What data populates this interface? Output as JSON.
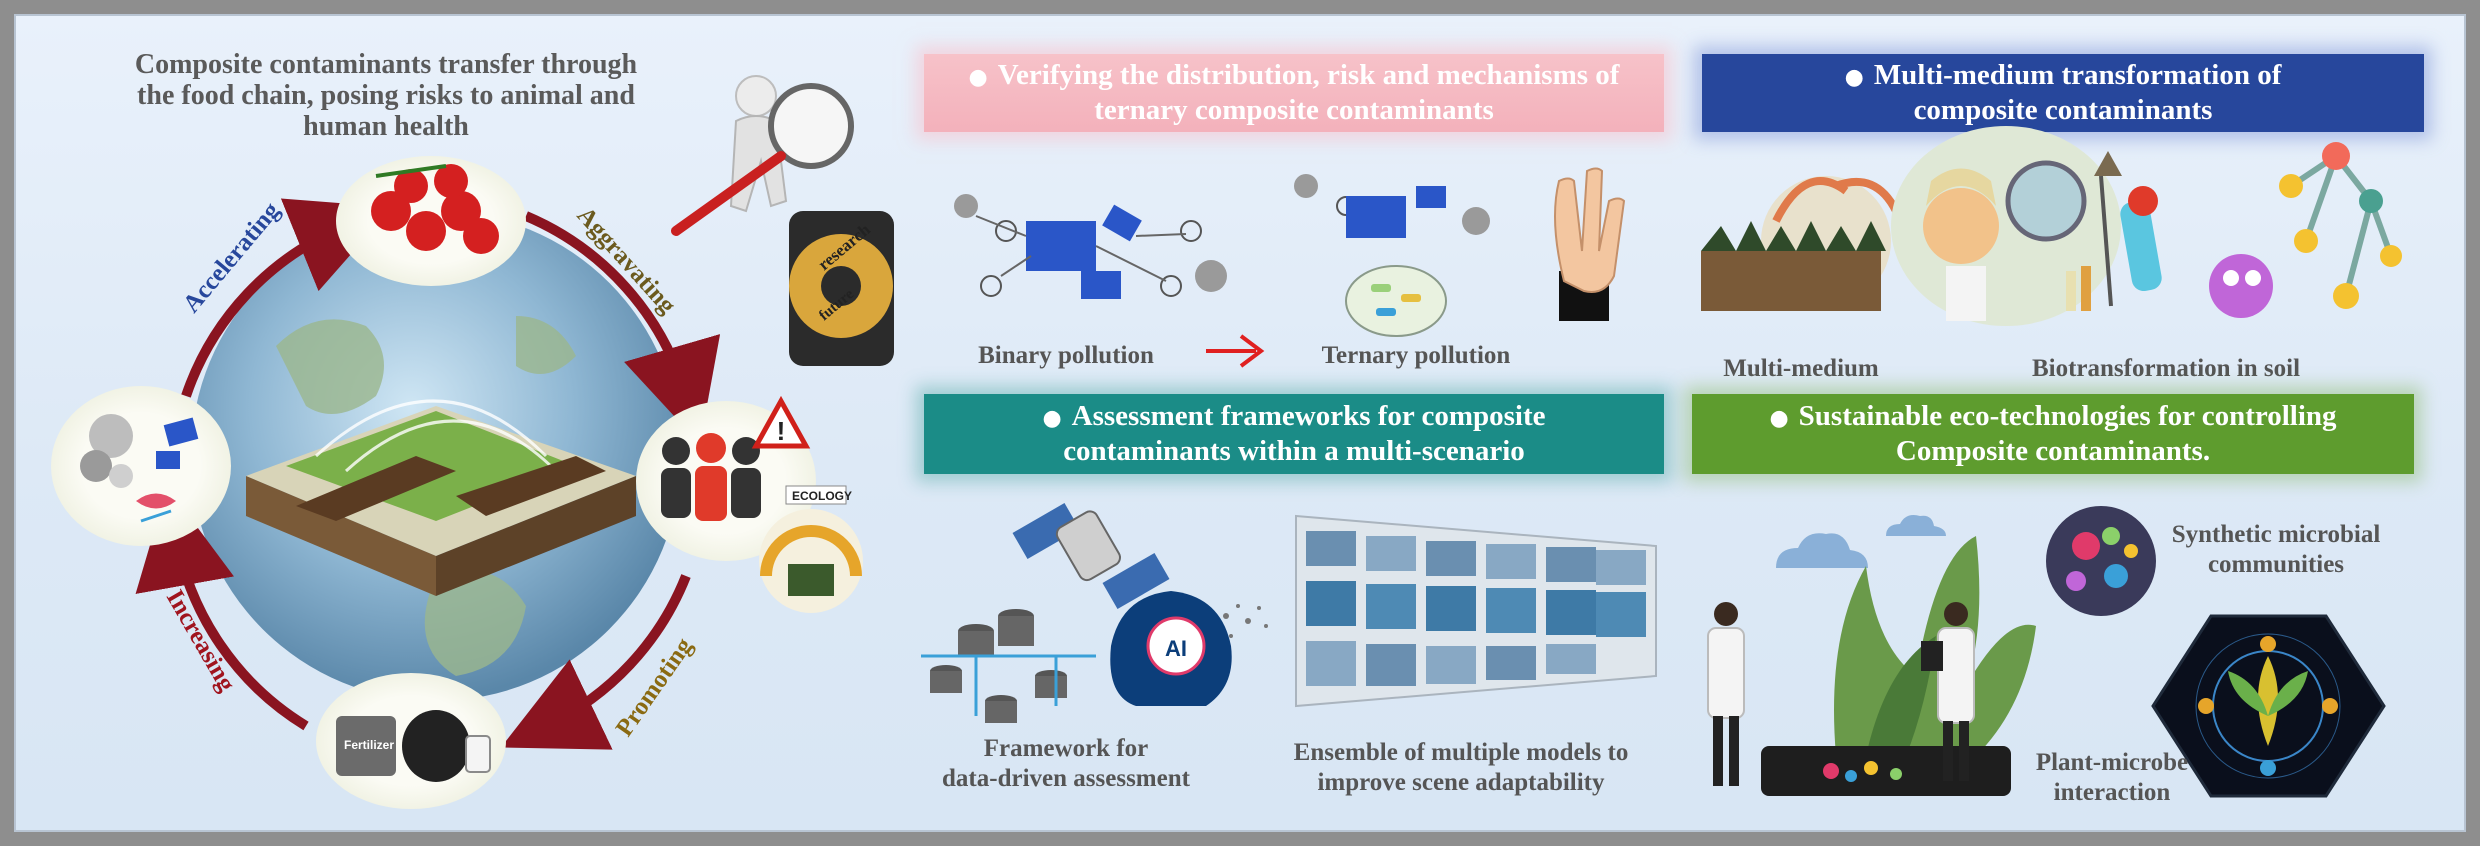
{
  "center_title": {
    "line1": "Composite contaminants transfer through",
    "line2": "the food chain, posing risks to animal and",
    "line3": "human health"
  },
  "cycle": {
    "accelerating": "Accelerating",
    "aggravating": "Aggravating",
    "promoting": "Promoting",
    "increasing": "Increasing"
  },
  "gear_text": {
    "research": "research",
    "future": "future"
  },
  "sign_text": {
    "ecology": "ECOLOGY",
    "fertilizer": "Fertilizer"
  },
  "panel1": {
    "title_line1": "Verifying the distribution, risk and mechanisms of",
    "title_line2": "ternary composite  contaminants",
    "binary": "Binary pollution",
    "ternary": "Ternary pollution"
  },
  "panel2": {
    "title_line1": "Multi-medium transformation of",
    "title_line2": "composite contaminants",
    "multi": "Multi-medium",
    "bio": "Biotransformation in soil"
  },
  "panel3": {
    "title_line1": "Assessment frameworks for composite",
    "title_line2": "contaminants within a multi-scenario",
    "framework_line1": "Framework for",
    "framework_line2": "data-driven assessment",
    "ensemble_line1": "Ensemble of multiple models to",
    "ensemble_line2": "improve scene adaptability",
    "ai": "AI"
  },
  "panel4": {
    "title_line1": "Sustainable eco-technologies for controlling",
    "title_line2": "Composite contaminants.",
    "synthetic_line1": "Synthetic microbial",
    "synthetic_line2": "communities",
    "plant_line1": "Plant-microbe",
    "plant_line2": "interaction"
  },
  "colors": {
    "pink": "#f3b1bb",
    "navy": "#27479c",
    "teal": "#1b8c87",
    "green": "#5e9c2e",
    "cycle_arrow": "#8a1420",
    "accelerating": "#27479c",
    "aggravating": "#6b5a1e",
    "promoting": "#8a6a12",
    "increasing": "#a0141e"
  }
}
